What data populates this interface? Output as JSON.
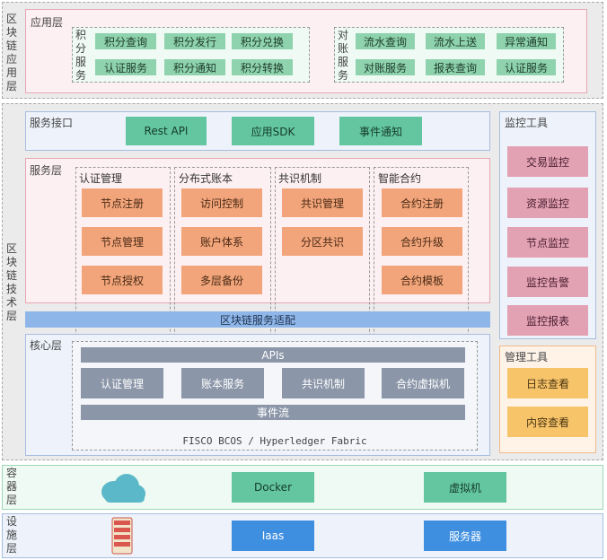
{
  "app_layer": {
    "label": "区块链应用层",
    "title": "应用层",
    "points": {
      "label": "积分服务",
      "items": [
        "积分查询",
        "积分发行",
        "积分兑换",
        "认证服务",
        "积分通知",
        "积分转换"
      ]
    },
    "recon": {
      "label": "对账服务",
      "items": [
        "流水查询",
        "流水上送",
        "异常通知",
        "对账服务",
        "报表查询",
        "认证服务"
      ]
    }
  },
  "tech_layer": {
    "label": "区块链技术层",
    "service_interface": {
      "title": "服务接口",
      "items": [
        "Rest API",
        "应用SDK",
        "事件通知"
      ]
    },
    "service_layer": {
      "title": "服务层",
      "columns": [
        {
          "title": "认证管理",
          "items": [
            "节点注册",
            "节点管理",
            "节点授权"
          ]
        },
        {
          "title": "分布式账本",
          "items": [
            "访问控制",
            "账户体系",
            "多层备份"
          ]
        },
        {
          "title": "共识机制",
          "items": [
            "共识管理",
            "分区共识"
          ]
        },
        {
          "title": "智能合约",
          "items": [
            "合约注册",
            "合约升级",
            "合约模板"
          ]
        }
      ]
    },
    "adapter": "区块链服务适配",
    "core_layer": {
      "title": "核心层",
      "apis": "APIs",
      "items": [
        "认证管理",
        "账本服务",
        "共识机制",
        "合约虚拟机"
      ],
      "event_stream": "事件流",
      "platform": "FISCO BCOS / Hyperledger Fabric"
    },
    "monitor": {
      "title": "监控工具",
      "items": [
        "交易监控",
        "资源监控",
        "节点监控",
        "监控告警",
        "监控报表"
      ]
    },
    "management": {
      "title": "管理工具",
      "items": [
        "日志查看",
        "内容查看"
      ]
    }
  },
  "container_layer": {
    "label": "容器层",
    "items": [
      "Docker",
      "虚拟机"
    ]
  },
  "infra_layer": {
    "label": "设施层",
    "items": [
      "Iaas",
      "服务器"
    ]
  },
  "colors": {
    "accent_green": "#63c6a0",
    "accent_orange": "#f2a57a",
    "accent_blue": "#3f8fe0",
    "accent_rose": "#e3a1b4"
  },
  "icons": {
    "container": "cloud-icon",
    "infra": "server-icon"
  }
}
